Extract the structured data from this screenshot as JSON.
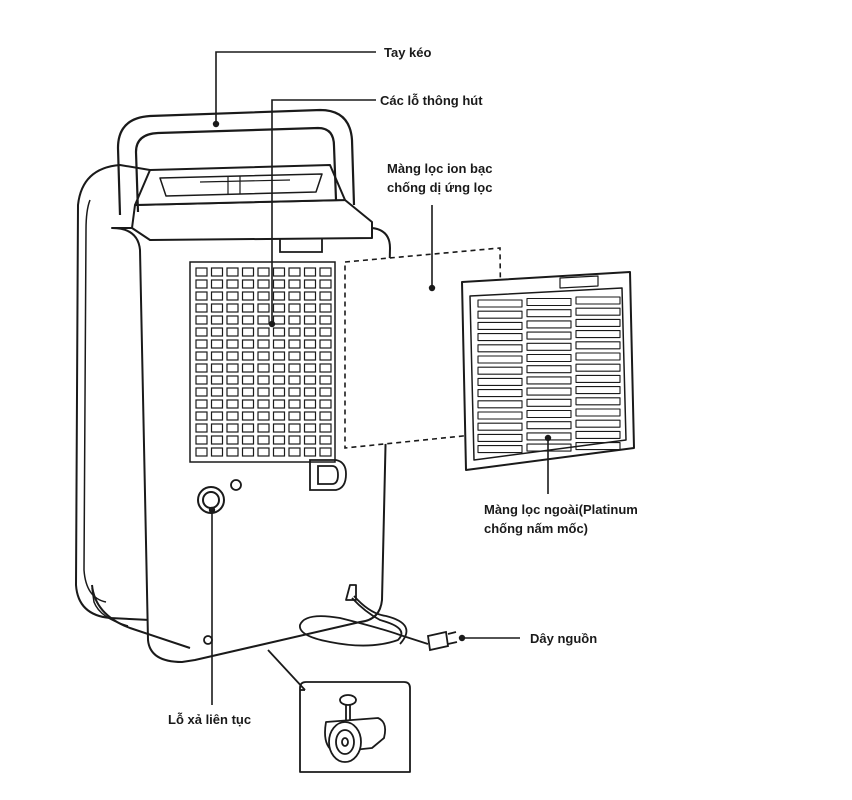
{
  "labels": {
    "handle": "Tay kéo",
    "intake_vents": "Các lỗ thông hút",
    "ion_filter_line1": "Màng lọc ion bạc",
    "ion_filter_line2": "chống dị ứng lọc",
    "outer_filter_line1": "Màng lọc ngoài(Platinum",
    "outer_filter_line2": "chống nấm mốc)",
    "power_cord": "Dây nguồn",
    "drain": "Lỗ xả liên tục"
  },
  "colors": {
    "line": "#1a1a1a",
    "fill": "#ffffff"
  }
}
